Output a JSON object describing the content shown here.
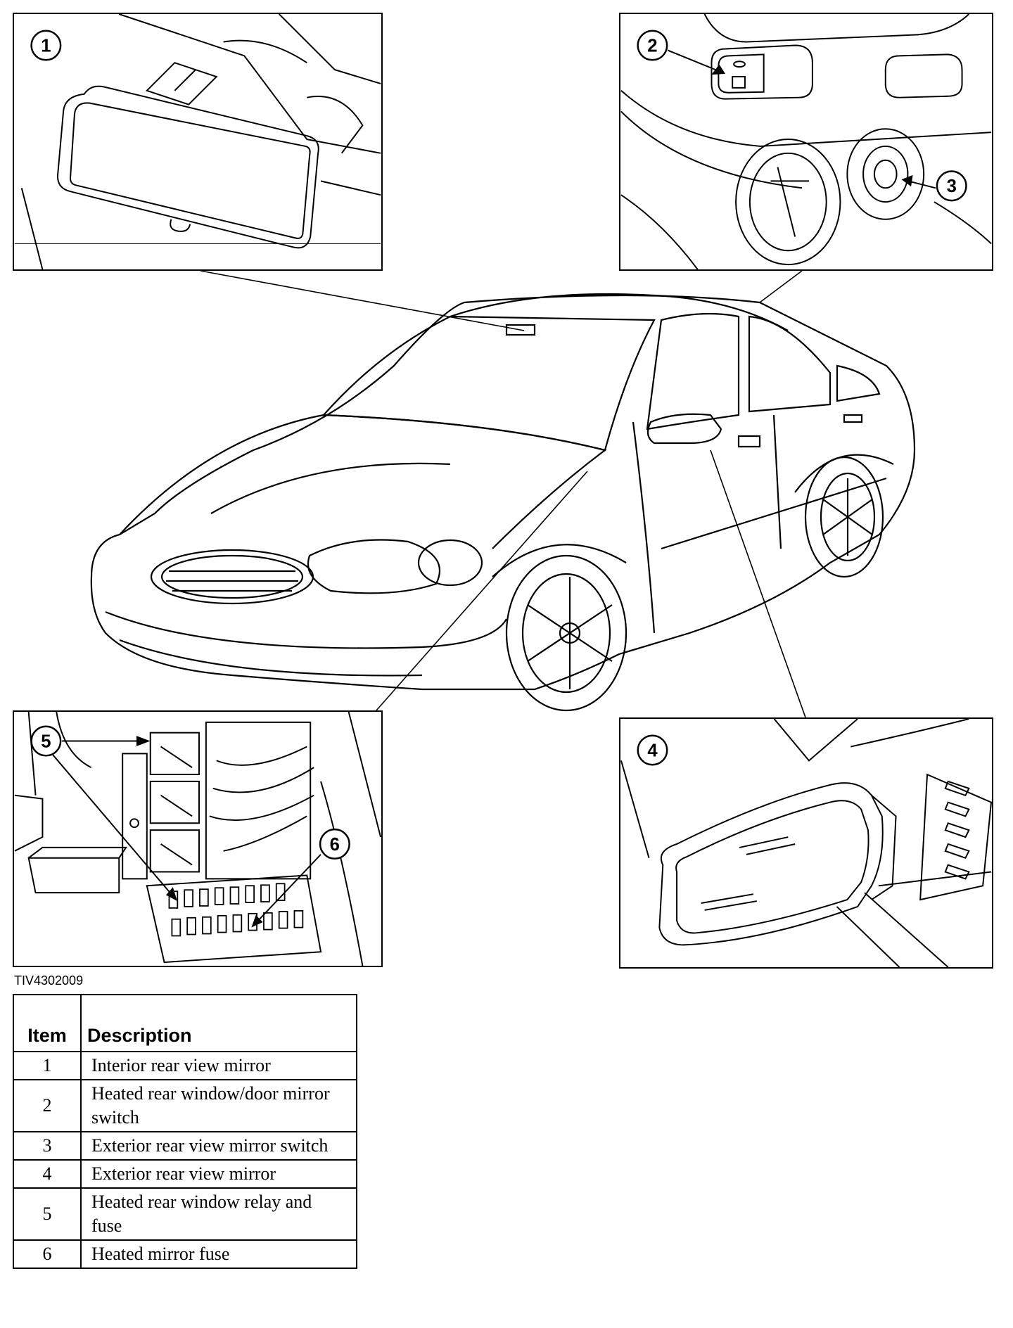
{
  "figure_id": "TIV4302009",
  "callouts": [
    "1",
    "2",
    "3",
    "4",
    "5",
    "6"
  ],
  "legend": {
    "headers": {
      "item": "Item",
      "description": "Description"
    },
    "rows": [
      {
        "item": "1",
        "description": "Interior rear view mirror"
      },
      {
        "item": "2",
        "description": "Heated rear window/door mirror switch"
      },
      {
        "item": "3",
        "description": "Exterior rear view mirror switch"
      },
      {
        "item": "4",
        "description": "Exterior rear view mirror"
      },
      {
        "item": "5",
        "description": "Heated rear window relay and fuse"
      },
      {
        "item": "6",
        "description": "Heated mirror fuse"
      }
    ]
  }
}
